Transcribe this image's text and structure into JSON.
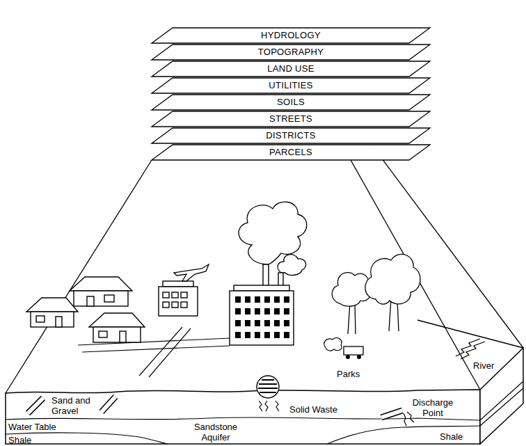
{
  "diagram": {
    "nodes": [
      {
        "text": [
          "HYDROLOGY"
        ]
      },
      {
        "text": [
          "TOPOGRAPHY"
        ]
      },
      {
        "text": [
          "LAND USE"
        ]
      },
      {
        "text": [
          "UTILITIES"
        ]
      },
      {
        "text": [
          "SOILS"
        ]
      },
      {
        "text": [
          "STREETS"
        ]
      },
      {
        "text": [
          "DISTRICTS"
        ]
      },
      {
        "text": [
          "PARCELS"
        ]
      }
    ],
    "labels": [
      "River",
      "Parks",
      "Sand and Gravel",
      "Solid Waste",
      "Discharge Point",
      "Water Table",
      "Sandstone Aquifer",
      "Shale",
      "Shale"
    ]
  }
}
